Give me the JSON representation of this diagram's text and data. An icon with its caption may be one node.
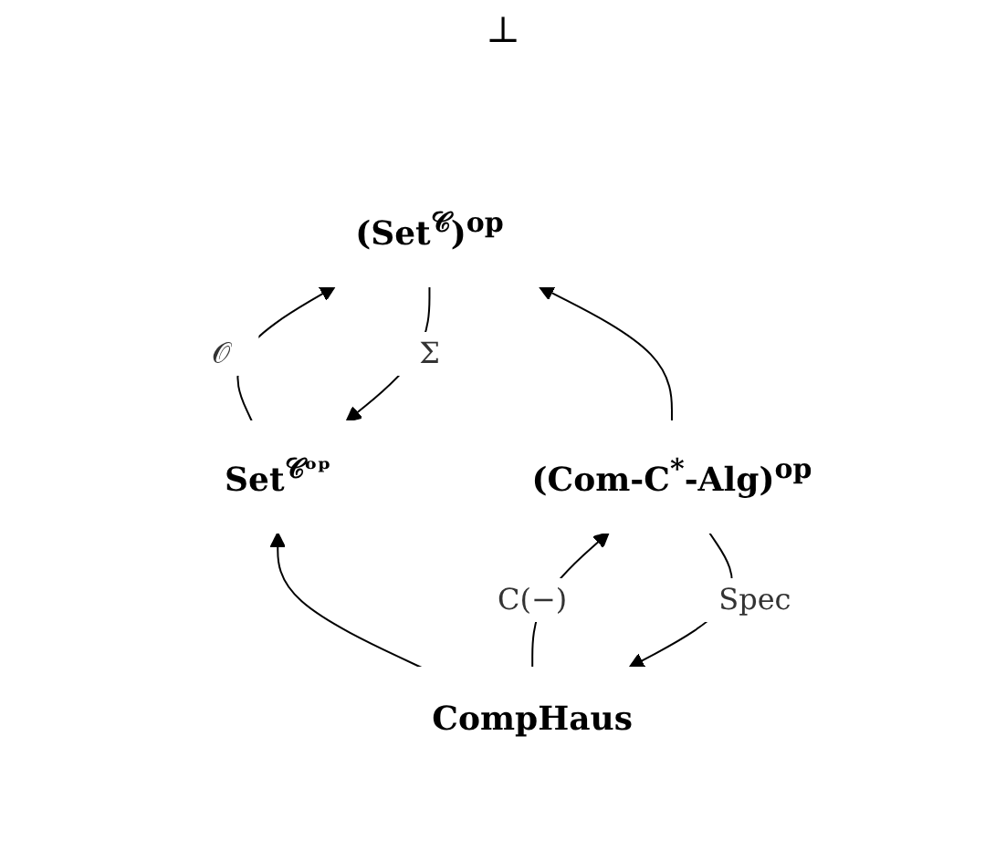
{
  "diagram": {
    "nodes": [
      {
        "text": [
          "Set$^{𝒞ᵒᵖ}$"
        ]
      },
      {
        "text": [
          "(Set$^{𝒞}$)$^{op}$"
        ]
      },
      {
        "text": [
          "CompHaus"
        ]
      },
      {
        "text": [
          "(Com-C$^{*}$-Alg)$^{op}$"
        ]
      }
    ],
    "edges": [
      {
        "from": 0,
        "to": 1,
        "arrow": "to",
        "label": "𝒪"
      },
      {
        "from": 1,
        "to": 0,
        "arrow": "to",
        "label": "Σ"
      },
      {
        "from": 2,
        "to": 0,
        "arrow": "to"
      },
      {
        "from": 3,
        "to": 1,
        "arrow": "to"
      },
      {
        "from": 2,
        "to": 3,
        "arrow": "to",
        "label": "C(−)"
      },
      {
        "from": 3,
        "to": 2,
        "arrow": "to",
        "label": "Spec"
      }
    ],
    "labels": [
      "⊥"
    ]
  }
}
